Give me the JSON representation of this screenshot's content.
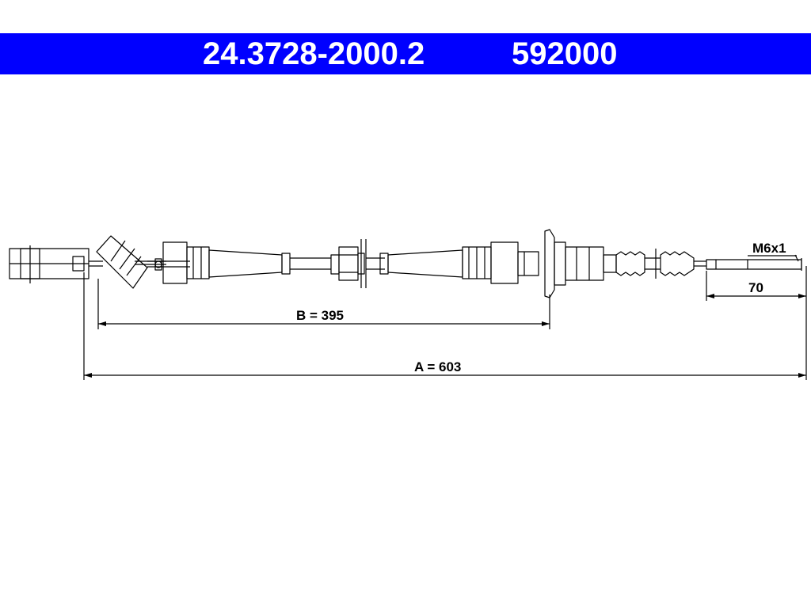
{
  "header": {
    "part_number": "24.3728-2000.2",
    "reference_number": "592000",
    "background_color": "#0000ff",
    "text_color": "#ffffff"
  },
  "dimensions": {
    "a_label": "A = 603",
    "b_label": "B = 395",
    "thread_label": "M6x1",
    "thread_length_label": "70"
  },
  "colors": {
    "line": "#000000",
    "background": "#ffffff"
  }
}
